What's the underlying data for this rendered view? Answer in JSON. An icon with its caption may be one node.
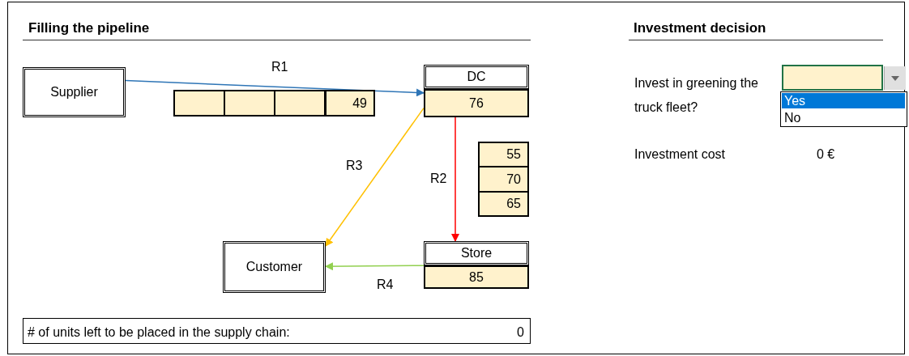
{
  "diagram": {
    "nodes": [
      {
        "text": [
          "Supplier"
        ]
      },
      {
        "text": [
          "DC",
          "76"
        ]
      },
      {
        "text": [
          "Customer"
        ]
      },
      {
        "text": [
          "Store",
          "85"
        ]
      }
    ],
    "edges": [
      {
        "from": 0,
        "to": 1,
        "arrow": "to",
        "label": "R1",
        "color": "#2e75b6"
      },
      {
        "from": 1,
        "to": 3,
        "arrow": "to",
        "label": "R2",
        "color": "#ff0000"
      },
      {
        "from": 1,
        "to": 2,
        "arrow": "to",
        "label": "R3",
        "color": "#ffc000"
      },
      {
        "from": 3,
        "to": 2,
        "arrow": "to",
        "label": "R4",
        "color": "#92d050"
      }
    ],
    "labels": [
      "Filling the pipeline",
      "49",
      "55",
      "70",
      "65",
      "# of units left to be placed in the supply chain:",
      "0",
      "Investment decision",
      "Invest in greening the truck fleet?",
      "Yes",
      "No",
      "Investment cost",
      "0 €"
    ]
  }
}
